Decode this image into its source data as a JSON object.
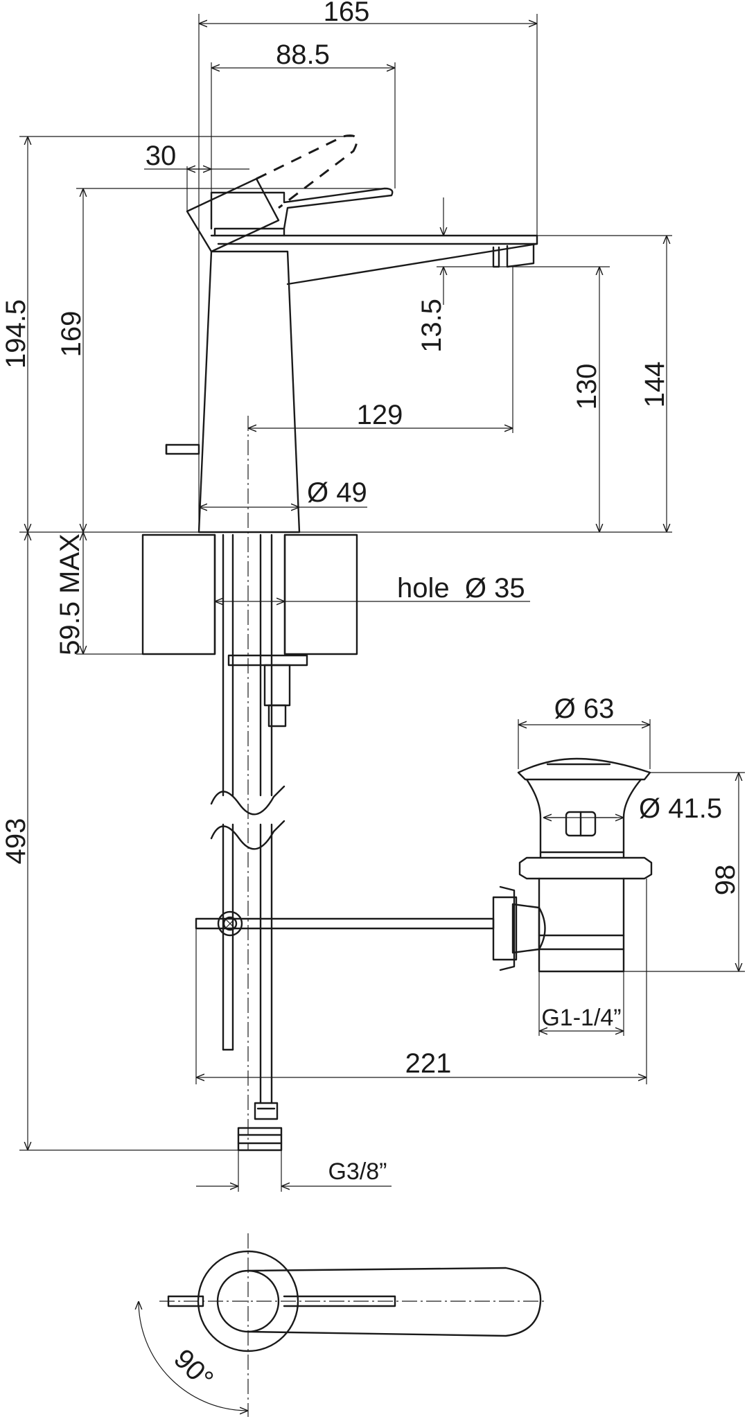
{
  "dimensions": {
    "d165": "165",
    "d88_5": "88.5",
    "d30": "30",
    "d194_5": "194.5",
    "d169": "169",
    "d13_5": "13.5",
    "d130": "130",
    "d144": "144",
    "d129": "129",
    "d49": "Ø 49",
    "d59_5": "59.5 MAX",
    "hole": "hole  Ø 35",
    "d63": "Ø 63",
    "d41_5": "Ø 41.5",
    "d98": "98",
    "g114": "G1-1/4”",
    "d221": "221",
    "d493": "493",
    "g38": "G3/8”",
    "angle": "90°"
  }
}
